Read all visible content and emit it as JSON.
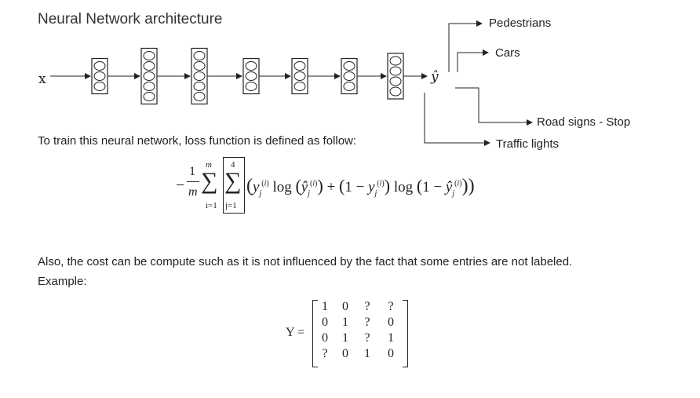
{
  "title": "Neural Network architecture",
  "input_label": "x",
  "output_label": "ŷ",
  "layers": [
    3,
    5,
    5,
    3,
    3,
    3,
    4
  ],
  "outputs": [
    "Pedestrians",
    "Cars",
    "Road signs - Stop",
    "Traffic lights"
  ],
  "train_text": "To train this neural network, loss function is defined as follow:",
  "loss": {
    "prefix": "−",
    "frac_num": "1",
    "frac_den": "m",
    "sum1_upper": "m",
    "sum1_lower": "i=1",
    "sum2_upper": "4",
    "sum2_lower": "j=1",
    "body": "(y_j^(i) log(ŷ_j^(i)) + (1 − y_j^(i)) log(1 − ŷ_j^(i)))"
  },
  "also_text": "Also, the cost can be compute such as it is not influenced by the fact that some entries are not labeled.",
  "example_label": "Example:",
  "matrix_label": "Y =",
  "matrix": [
    [
      "1",
      "0",
      "?",
      "?"
    ],
    [
      "0",
      "1",
      "?",
      "0"
    ],
    [
      "0",
      "1",
      "?",
      "1"
    ],
    [
      "?",
      "0",
      "1",
      "0"
    ]
  ]
}
